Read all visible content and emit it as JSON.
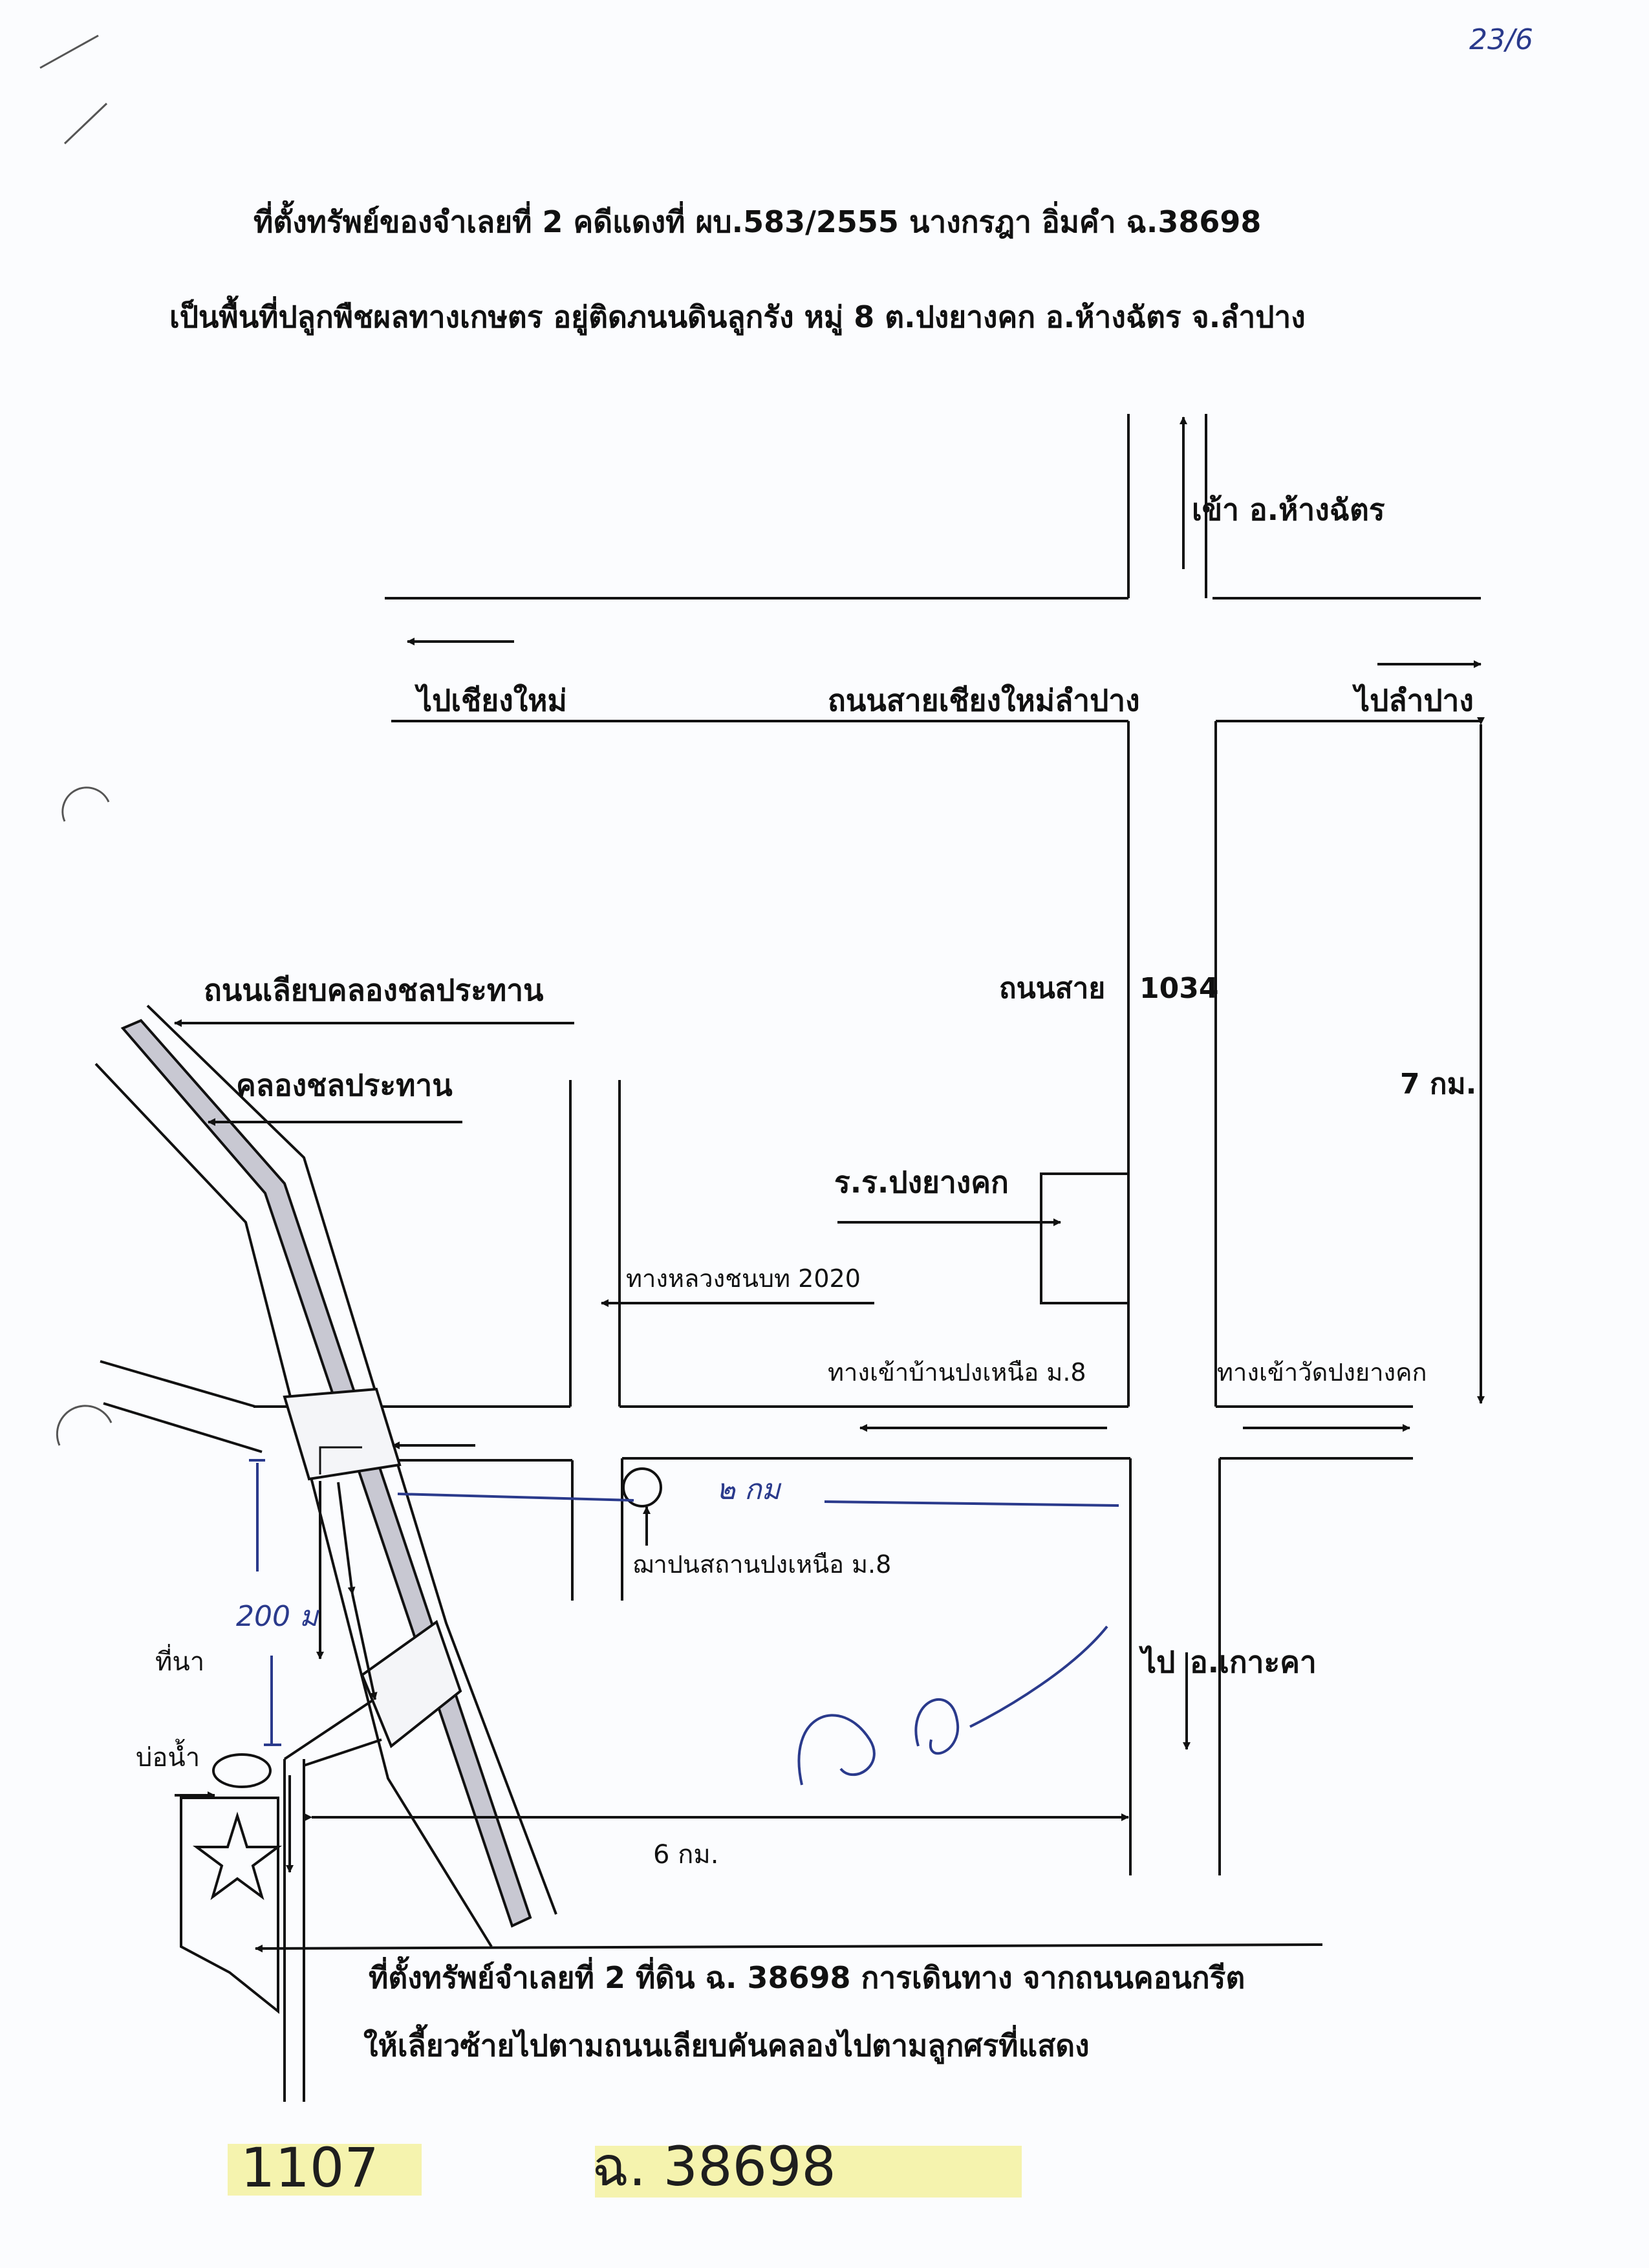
{
  "header": {
    "line1": "ที่ตั้งทรัพย์ของจำเลยที่ 2 คดีแดงที่ ผบ.583/2555 นางกรฎา อิ่มคำ ฉ.38698",
    "line2": "เป็นพื้นที่ปลูกพืชผลทางเกษตร อยู่ติดภนนดินลูกรัง หมู่ 8  ต.ปงยางคก อ.ห้างฉัตร จ.ลำปาง"
  },
  "page_mark": "23/6",
  "labels": {
    "to_hang_chat": "เข้า อ.ห้างฉัตร",
    "to_chiang_mai": "ไปเชียงใหม่",
    "main_road": "ถนนสายเชียงใหม่ลำปาง",
    "to_lampang": "ไปลำปาง",
    "canal_road": "ถนนเลียบคลองชลประทาน",
    "canal": "คลองชลประทาน",
    "road_1034_a": "ถนนสาย",
    "road_1034_b": "1034",
    "distance_7km": "7 กม.",
    "school": "ร.ร.ปงยางคก",
    "rural_road": "ทางหลวงชนบท 2020",
    "village_entry": "ทางเข้าบ้านปงเหนือ ม.8",
    "temple_entry": "ทางเข้าวัดปงยางคก",
    "cremation_site": "ฌาปนสถานปงเหนือ ม.8",
    "to_ko_kha_a": "ไป",
    "to_ko_kha_b": "อ.เกาะคา",
    "rice_field": "ที่นา",
    "pond": "บ่อน้ำ",
    "distance_6km": "6 กม."
  },
  "footer": {
    "line1": "ที่ตั้งทรัพย์จำเลยที่ 2 ที่ดิน ฉ. 38698 การเดินทาง จากถนนคอนกรีต",
    "line2": "ให้เลี้ยวซ้ายไปตามถนนเลียบคันคลองไปตามลูกศรที่แสดง"
  },
  "handwritten": {
    "dist_a": "๒ กม",
    "dist_b": "200 ม"
  },
  "stamps": {
    "left": "1107",
    "right": "ฉ. 38698"
  },
  "colors": {
    "ink": "#111111",
    "pen": "#2a3a8c",
    "canal_fill": "#c8c8d2",
    "highlight": "#f3f1a0"
  },
  "icons": [
    "star-icon"
  ]
}
